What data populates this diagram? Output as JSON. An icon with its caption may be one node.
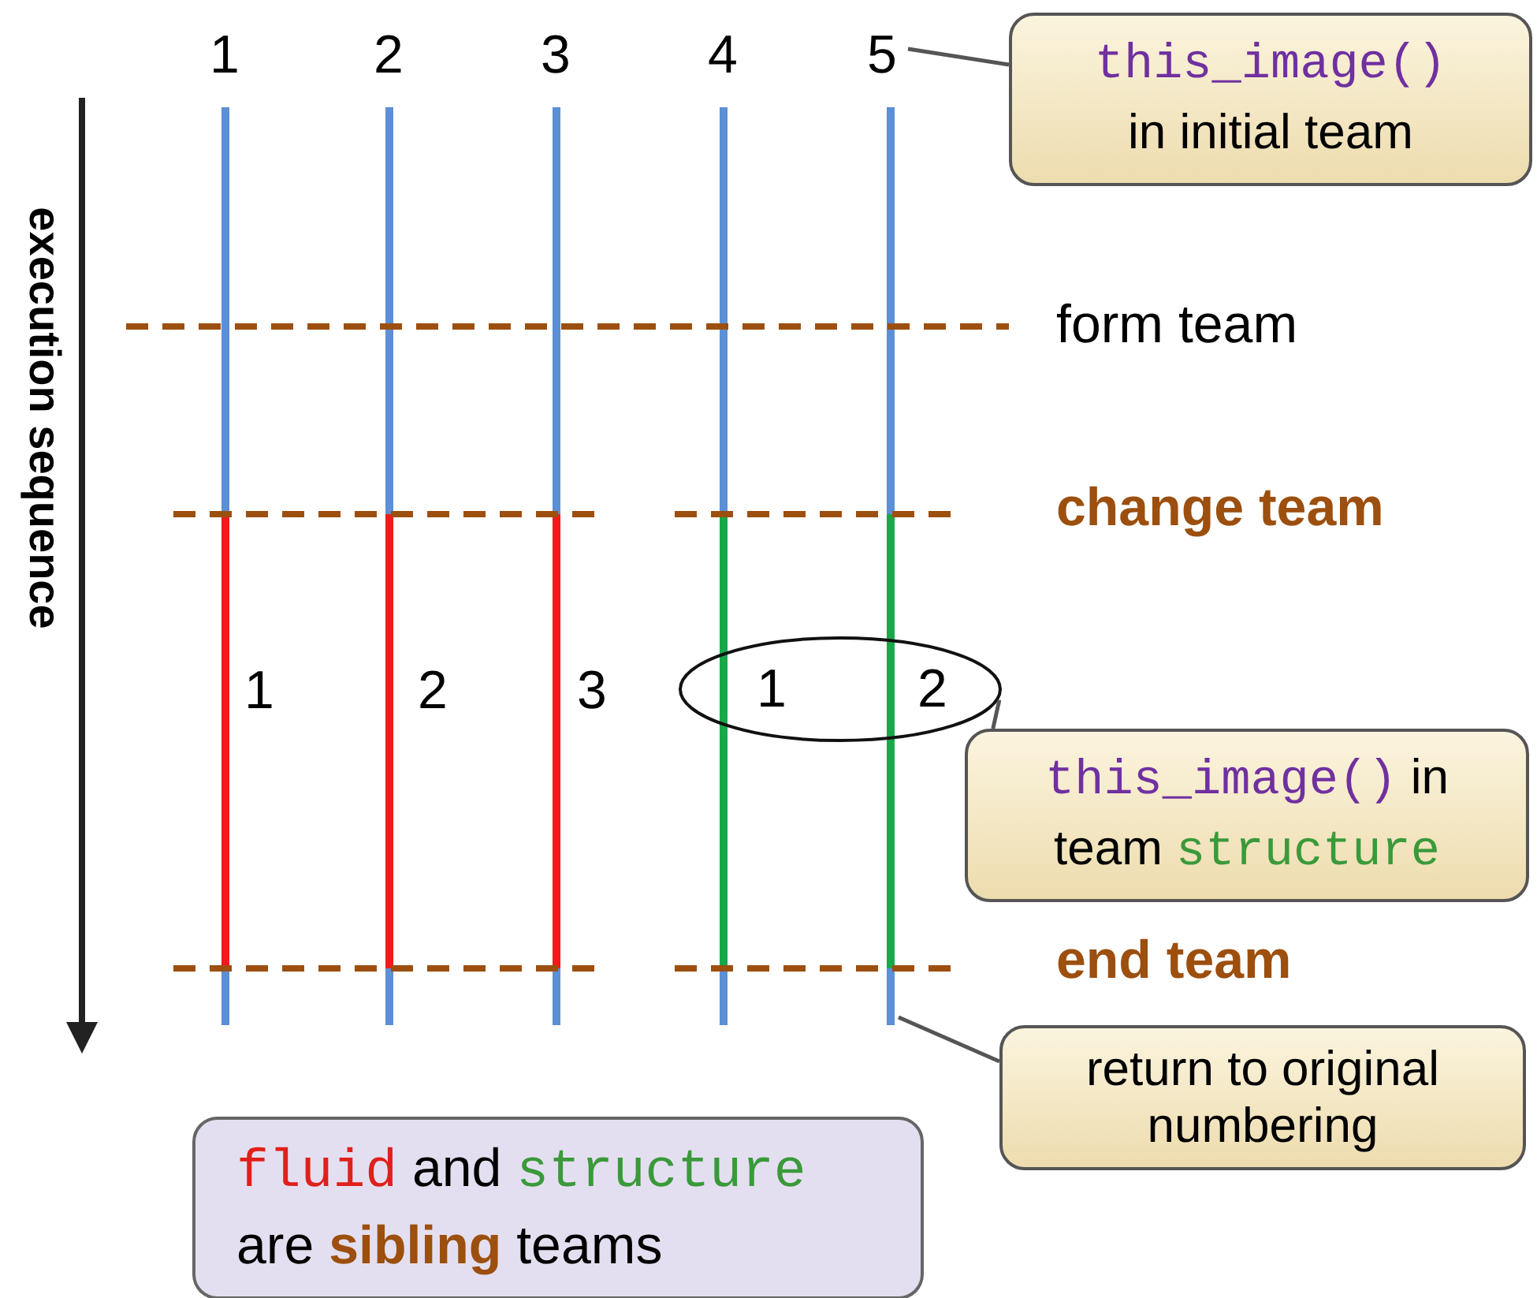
{
  "diagram": {
    "nodes": [
      {
        "text": [
          "5"
        ]
      },
      {
        "text": [
          "this_image()",
          "in initial team"
        ]
      },
      {
        "text": [
          "1",
          "2"
        ]
      },
      {
        "text": [
          "this_image()",
          "in",
          "team",
          "structure"
        ]
      },
      {
        "text": [
          "return to original numbering"
        ]
      },
      {
        "text": [
          "fluid",
          "and",
          "structure",
          "are **sibling** teams"
        ]
      }
    ],
    "edges": [
      {
        "from": 1,
        "to": 0,
        "arrow": "none"
      },
      {
        "from": 3,
        "to": 2,
        "arrow": "none"
      },
      {
        "from": 4,
        "to": null,
        "arrow": "none"
      }
    ],
    "labels": [
      "1",
      "2",
      "3",
      "4",
      "execution sequence",
      "form team",
      "change team",
      "1",
      "2",
      "3",
      "end team"
    ]
  }
}
